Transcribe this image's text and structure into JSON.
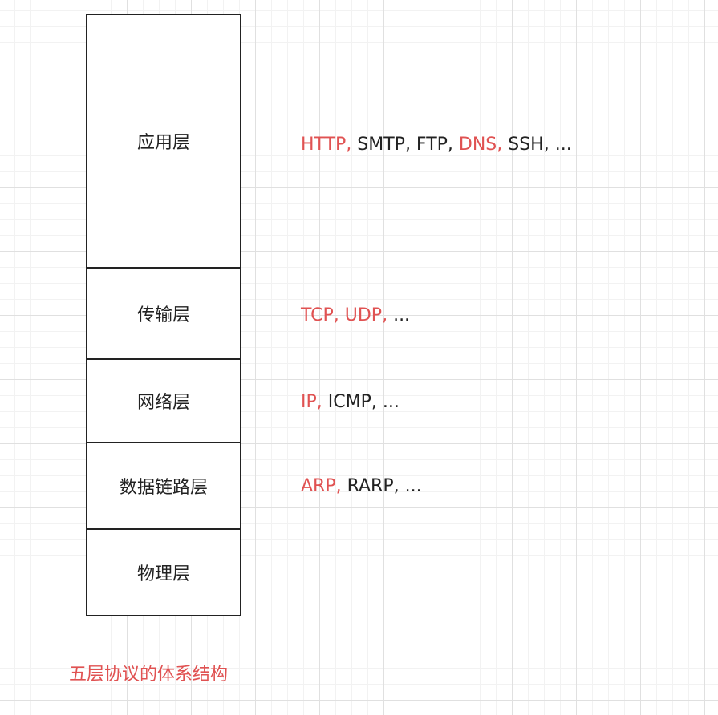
{
  "layers": [
    {
      "name": "应用层"
    },
    {
      "name": "传输层"
    },
    {
      "name": "网络层"
    },
    {
      "name": "数据链路层"
    },
    {
      "name": "物理层"
    }
  ],
  "protocols": {
    "application": [
      {
        "text": "HTTP,",
        "highlight": true
      },
      {
        "text": " SMTP, FTP, ",
        "highlight": false
      },
      {
        "text": "DNS,",
        "highlight": true
      },
      {
        "text": " SSH, ...",
        "highlight": false
      }
    ],
    "transport": [
      {
        "text": "TCP, UDP,",
        "highlight": true
      },
      {
        "text": " ...",
        "highlight": false
      }
    ],
    "network": [
      {
        "text": "IP,",
        "highlight": true
      },
      {
        "text": " ICMP, ...",
        "highlight": false
      }
    ],
    "link": [
      {
        "text": "ARP,",
        "highlight": true
      },
      {
        "text": " RARP, ...",
        "highlight": false
      }
    ]
  },
  "caption": "五层协议的体系结构",
  "colors": {
    "highlight": "#e05252",
    "text": "#222222",
    "border": "#222222"
  }
}
